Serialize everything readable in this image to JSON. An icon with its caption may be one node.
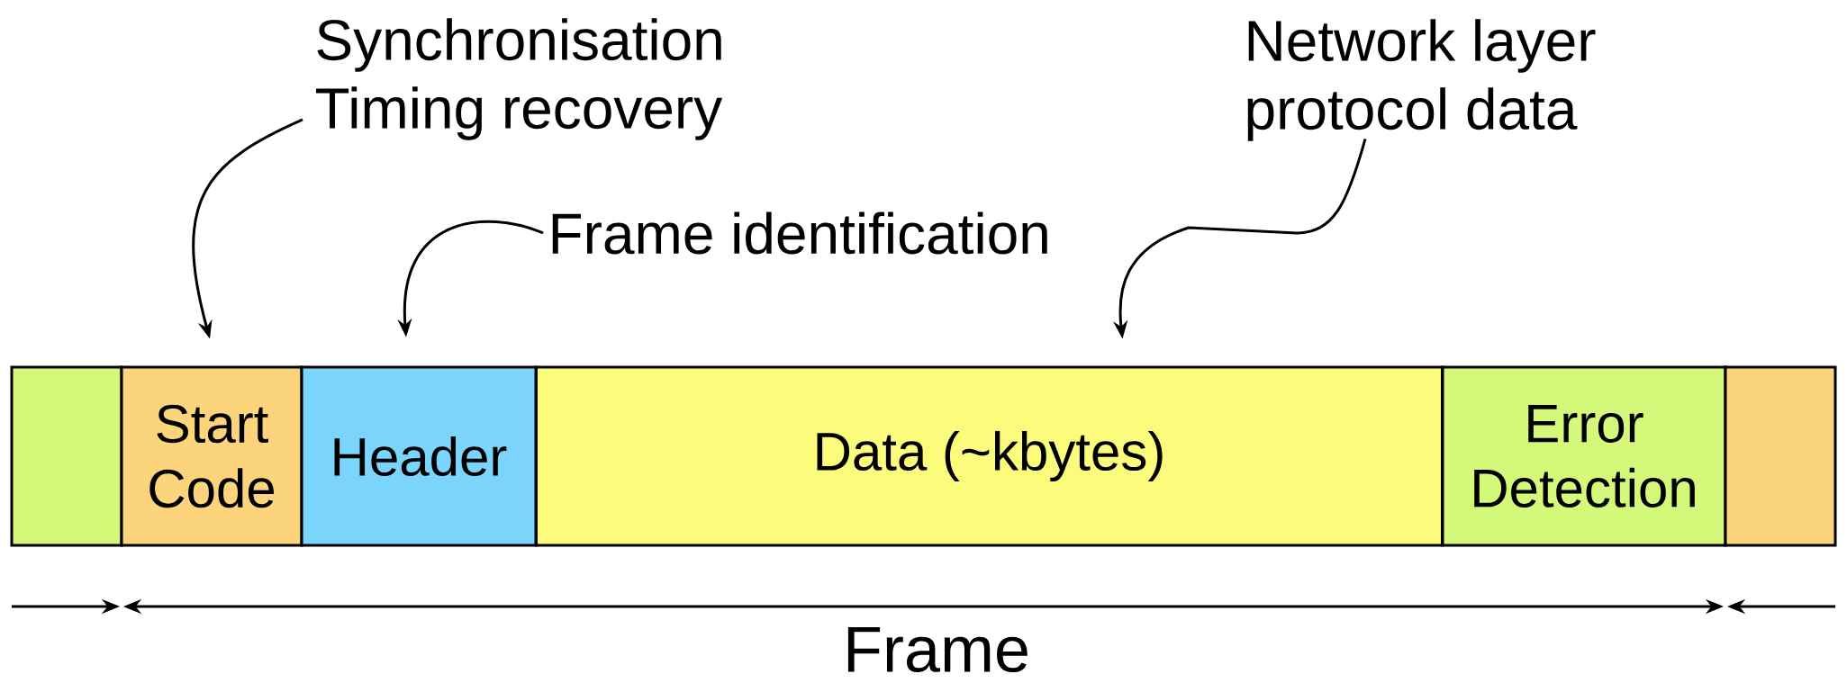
{
  "diagram": {
    "nodes": [
      {
        "text": [],
        "shape": "box"
      },
      {
        "text": [
          "Start Code"
        ]
      },
      {
        "text": [
          "Header"
        ]
      },
      {
        "text": [
          "Data (~kbytes)"
        ]
      },
      {
        "text": [
          "Error Detection"
        ]
      },
      {
        "text": [],
        "shape": "box"
      },
      {
        "text": [
          "Synchronisation Timing recovery"
        ]
      },
      {
        "text": [
          "Frame identification"
        ]
      },
      {
        "text": [
          "Network layer protocol data"
        ]
      }
    ],
    "edges": [
      {
        "from": 6,
        "to": 1,
        "arrow": "to"
      },
      {
        "from": 7,
        "to": 2,
        "arrow": "to"
      },
      {
        "from": 8,
        "to": 3,
        "arrow": "to"
      }
    ],
    "labels": [
      "Frame"
    ]
  }
}
